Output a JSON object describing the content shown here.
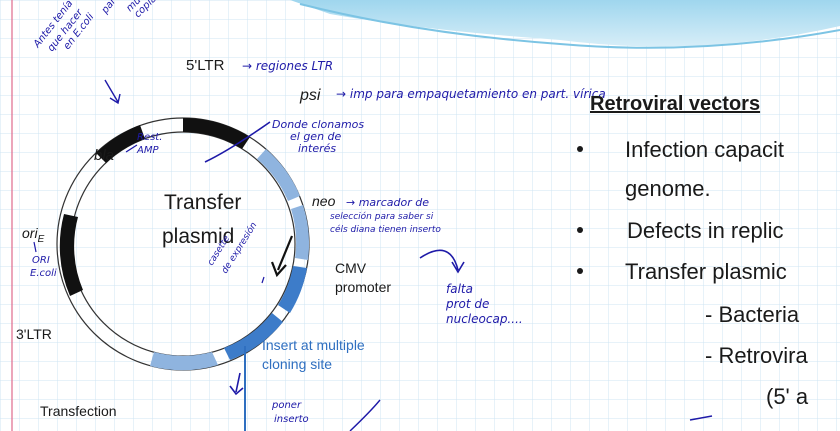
{
  "diagram": {
    "ltr5_label": "5'LTR",
    "psi_label": "psi",
    "bla_label": "bla",
    "neo_label": "neo",
    "ori_label": "ori",
    "ori_sub": "E",
    "center_line1": "Transfer",
    "center_line2": "plasmid",
    "cmv_line1": "CMV",
    "cmv_line2": "promoter",
    "ltr3_label": "3'LTR",
    "insert_line1": "Insert at multiple",
    "insert_line2": "cloning site",
    "transfection_label": "Transfection"
  },
  "notes": {
    "top_left_1": "Antes tenía",
    "top_left_2": "que hacer",
    "top_left_3": "en E.coli",
    "top_left_4": "para",
    "top_left_5": "muchas",
    "top_left_6": "copias",
    "ltr_note": "→ regiones LTR",
    "psi_note": "→ imp para empaquetamiento en part. vírica",
    "bla_note_1": "Rest.",
    "bla_note_2": "AMP",
    "clone_note_1": "Donde clonamos",
    "clone_note_2": "el gen de",
    "clone_note_3": "interés",
    "neo_note_1": "→ marcador de",
    "neo_note_2": "selección para saber si",
    "neo_note_3": "céls diana tienen inserto",
    "ori_note_1": "ORI",
    "ori_note_2": "E.coli",
    "cassette_note_1": "casette",
    "cassette_note_2": "de expresión",
    "falta_note_1": "falta",
    "falta_note_2": "prot de",
    "falta_note_3": "nucleocap....",
    "poner_note_1": "poner",
    "poner_note_2": "inserto"
  },
  "slide": {
    "title": "Retroviral vectors",
    "bullet1_line1": "Infection capacit",
    "bullet1_line2": "genome.",
    "bullet2": "Defects in replic",
    "bullet3": "Transfer plasmic",
    "sub1": "- Bacteria",
    "sub2": "- Retrovira",
    "sub3": "(5' a"
  }
}
